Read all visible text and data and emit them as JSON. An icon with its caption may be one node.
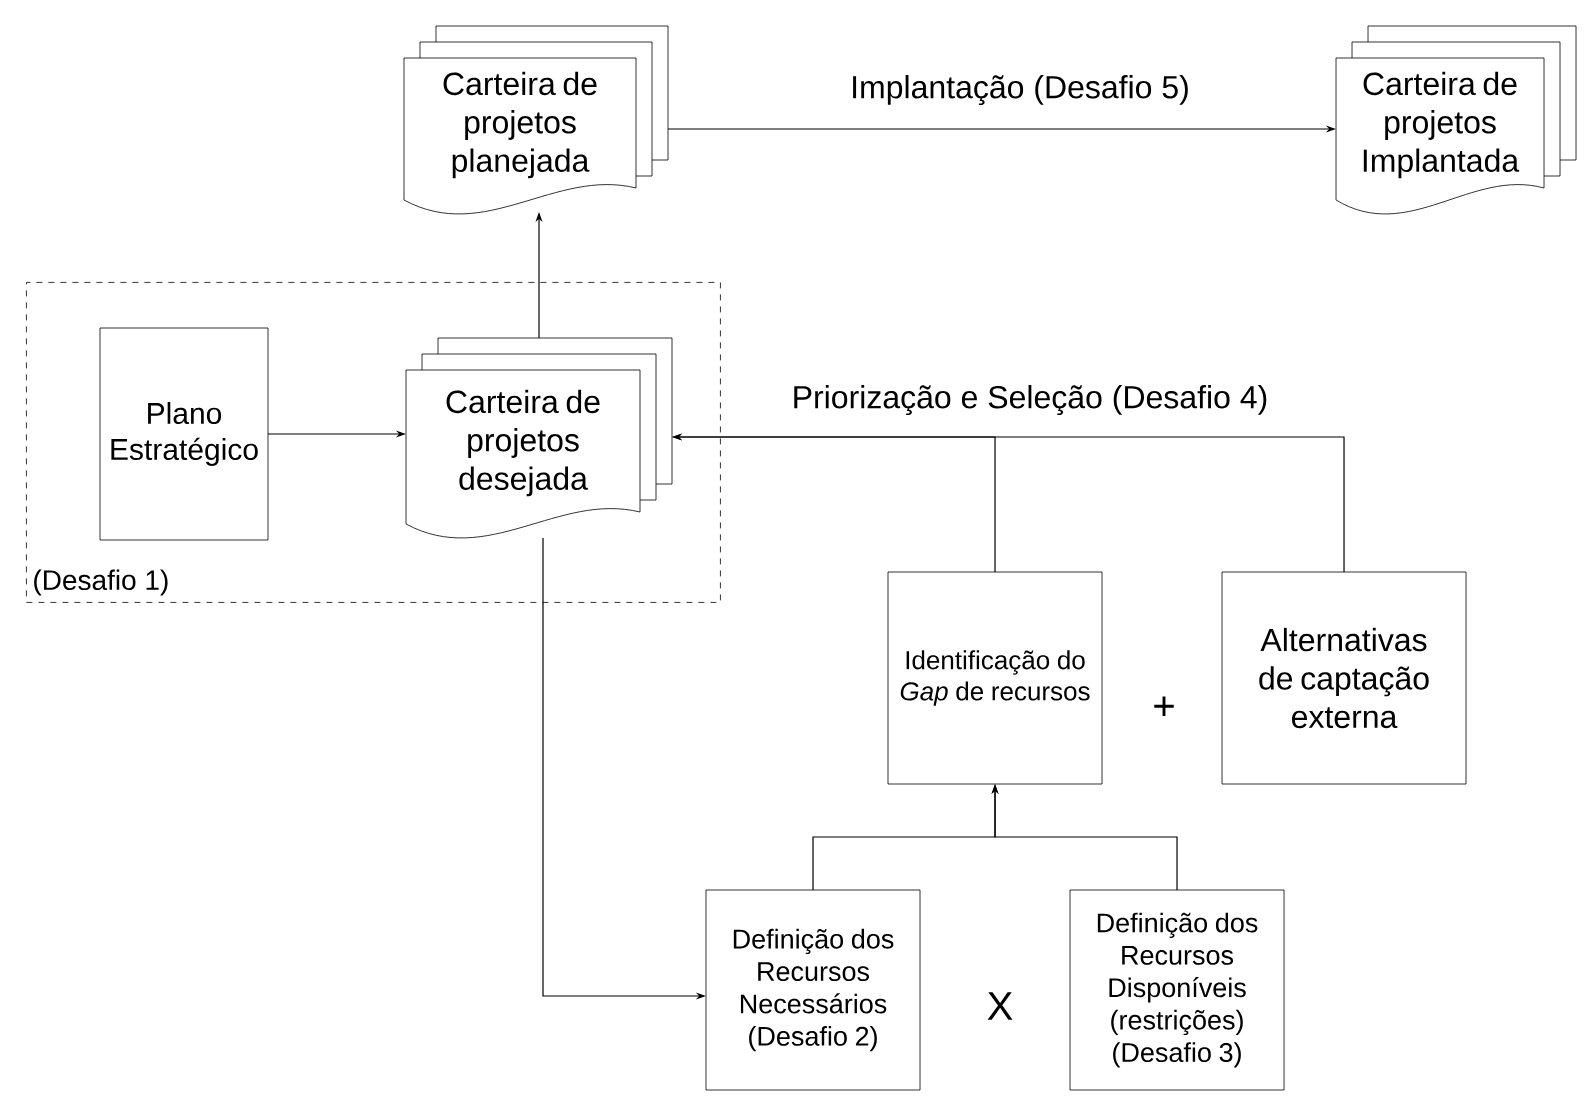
{
  "diagram": {
    "nodes": [
      {
        "text": [
          "(Desafio 1)"
        ]
      },
      {
        "text": [
          "Plano Estratégico"
        ],
        "in": 0
      },
      {
        "text": [
          "Carteira de projetos desejada"
        ],
        "in": 0
      },
      {
        "text": [
          "Carteira de projetos planejada"
        ]
      },
      {
        "text": [
          "Carteira de projetos Implantada"
        ]
      },
      {
        "text": [
          "Identificação do *Gap* de recursos"
        ]
      },
      {
        "text": [
          "Alternativas de captação externa"
        ]
      },
      {
        "text": [
          "Definição dos Recursos Necessários (Desafio 2)"
        ]
      },
      {
        "text": [
          "Definição dos Recursos Disponíveis (restrições) (Desafio 3)"
        ]
      }
    ],
    "edges": [
      {
        "from": 1,
        "to": 2,
        "arrow": "to"
      },
      {
        "from": 2,
        "to": 3,
        "arrow": "to"
      },
      {
        "from": 3,
        "to": 4,
        "arrow": "to",
        "label": "Implantação (Desafio 5)"
      },
      {
        "from": 5,
        "to": 2,
        "arrow": "to",
        "label": "Priorização e Seleção (Desafio 4)"
      },
      {
        "from": 6,
        "to": 2,
        "arrow": "to"
      },
      {
        "from": 2,
        "to": 7,
        "arrow": "to"
      },
      {
        "from": 7,
        "to": 5,
        "arrow": "to"
      },
      {
        "from": 8,
        "to": 5,
        "arrow": "to"
      }
    ],
    "labels": [
      "+",
      "X"
    ]
  }
}
